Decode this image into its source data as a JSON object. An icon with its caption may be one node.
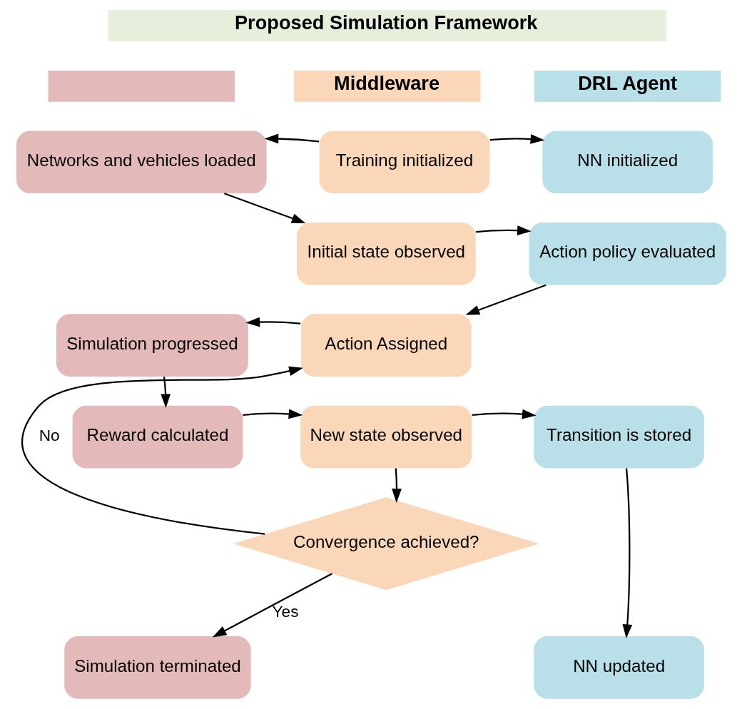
{
  "diagram": {
    "nodes": [
      {
        "text": [
          "Proposed Simulation Framework"
        ]
      },
      {
        "text": [],
        "shape": "bar"
      },
      {
        "text": [
          "Middleware"
        ]
      },
      {
        "text": [
          "DRL Agent"
        ]
      },
      {
        "text": [
          "Networks and vehicles loaded"
        ]
      },
      {
        "text": [
          "Training initialized"
        ]
      },
      {
        "text": [
          "NN initialized"
        ]
      },
      {
        "text": [
          "Initial state observed"
        ]
      },
      {
        "text": [
          "Action policy evaluated"
        ]
      },
      {
        "text": [
          "Simulation progressed"
        ]
      },
      {
        "text": [
          "Action Assigned"
        ]
      },
      {
        "text": [
          "Reward calculated"
        ]
      },
      {
        "text": [
          "New state observed"
        ]
      },
      {
        "text": [
          "Transition is stored"
        ]
      },
      {
        "text": [
          "Convergence achieved?"
        ]
      },
      {
        "text": [
          "Simulation terminated"
        ]
      },
      {
        "text": [
          "NN updated"
        ]
      }
    ],
    "edges": [
      {
        "from": 5,
        "to": 4,
        "arrow": "to"
      },
      {
        "from": 5,
        "to": 6,
        "arrow": "to"
      },
      {
        "from": 4,
        "to": 7,
        "arrow": "to"
      },
      {
        "from": 7,
        "to": 8,
        "arrow": "to"
      },
      {
        "from": 8,
        "to": 10,
        "arrow": "to"
      },
      {
        "from": 10,
        "to": 9,
        "arrow": "to"
      },
      {
        "from": 9,
        "to": 11,
        "arrow": "to"
      },
      {
        "from": 11,
        "to": 12,
        "arrow": "to"
      },
      {
        "from": 12,
        "to": 13,
        "arrow": "to"
      },
      {
        "from": 12,
        "to": 14,
        "arrow": "to"
      },
      {
        "from": 14,
        "to": 10,
        "arrow": "to",
        "label": "No"
      },
      {
        "from": 14,
        "to": 15,
        "arrow": "to",
        "label": "Yes"
      },
      {
        "from": 13,
        "to": 16,
        "arrow": "to"
      }
    ]
  }
}
